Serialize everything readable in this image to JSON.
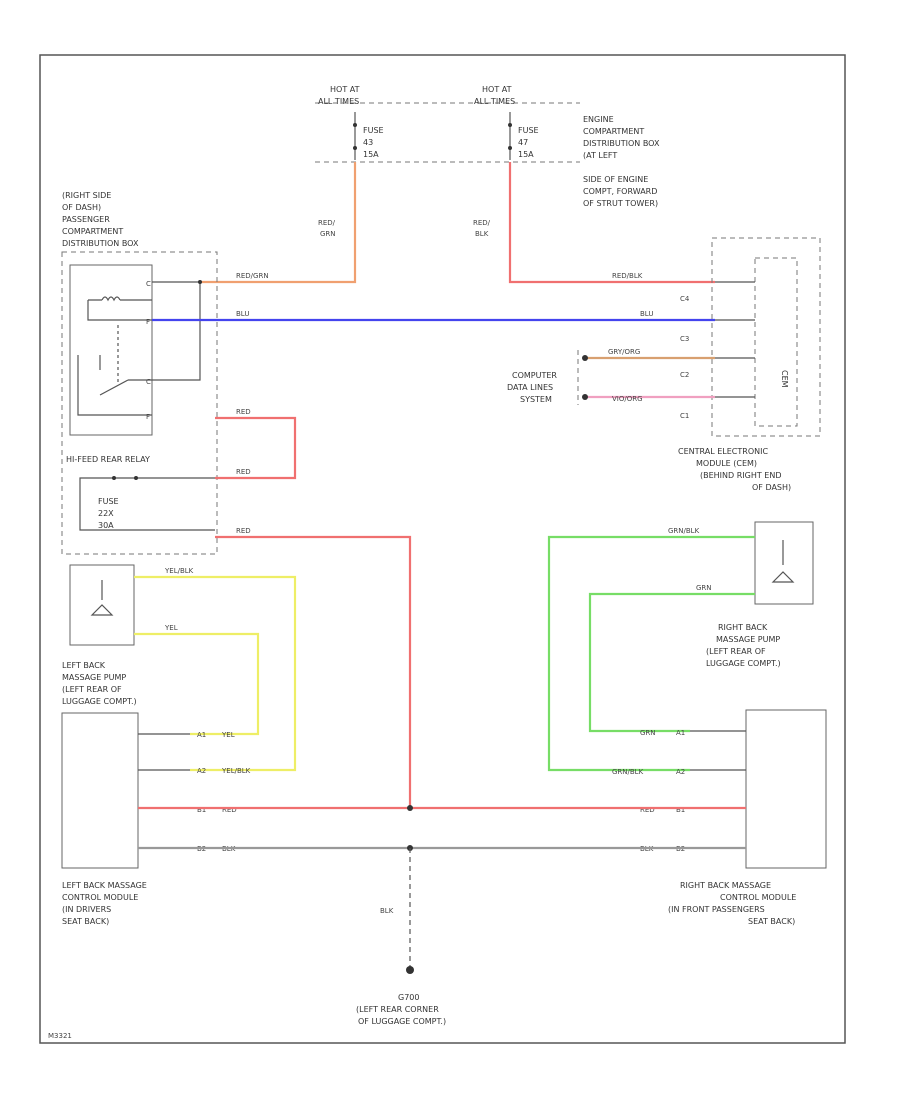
{
  "top_labels": {
    "hot_left": [
      "HOT AT",
      "ALL TIMES"
    ],
    "hot_right": [
      "HOT AT",
      "ALL TIMES"
    ],
    "fuse_left": [
      "FUSE",
      "43",
      "15A"
    ],
    "fuse_right": [
      "FUSE",
      "47",
      "15A"
    ],
    "engine_box": [
      "ENGINE",
      "COMPARTMENT",
      "DISTRIBUTION BOX",
      "(AT LEFT",
      "SIDE OF ENGINE",
      "COMPT, FORWARD",
      "OF STRUT TOWER)"
    ],
    "wire_red_grn": [
      "RED/",
      "GRN"
    ],
    "wire_red_blk": [
      "RED/",
      "BLK"
    ]
  },
  "left_box": {
    "title": [
      "(RIGHT SIDE",
      "OF DASH)",
      "PASSENGER",
      "COMPARTMENT",
      "DISTRIBUTION BOX"
    ],
    "relay": "HI-FEED REAR RELAY",
    "fuse": [
      "FUSE",
      "22X",
      "30A"
    ]
  },
  "wires": {
    "red_grn": "RED/GRN",
    "red_blk": "RED/BLK",
    "blu_left": "BLU",
    "blu_right": "BLU",
    "red1": "RED",
    "red2": "RED",
    "red3": "RED",
    "grn_org": "GRY/ORG",
    "vio_org": "VIO/ORG",
    "yel_blk": "YEL/BLK",
    "yel": "YEL",
    "grn_blk": "GRN/BLK",
    "grn": "GRN",
    "blk": "BLK"
  },
  "cem": {
    "label": "CEM",
    "pins": [
      "C4",
      "C3",
      "C2",
      "C1"
    ],
    "desc": [
      "CENTRAL ELECTRONIC",
      "MODULE (CEM)",
      "(BEHIND RIGHT END",
      "OF DASH)"
    ]
  },
  "computer_data": [
    "COMPUTER",
    "DATA LINES",
    "SYSTEM"
  ],
  "left_pump": [
    "LEFT BACK",
    "MASSAGE PUMP",
    "(LEFT REAR OF",
    "LUGGAGE COMPT.)"
  ],
  "right_pump": [
    "RIGHT BACK",
    "MASSAGE PUMP",
    "(LEFT REAR OF",
    "LUGGAGE COMPT.)"
  ],
  "left_module": [
    "LEFT BACK MASSAGE",
    "CONTROL MODULE",
    "(IN DRIVERS",
    "SEAT BACK)"
  ],
  "right_module": [
    "RIGHT BACK MASSAGE",
    "CONTROL MODULE",
    "(IN FRONT PASSENGERS",
    "SEAT BACK)"
  ],
  "left_module_pins": [
    {
      "pin": "A1",
      "wire": "YEL"
    },
    {
      "pin": "A2",
      "wire": "YEL/BLK"
    },
    {
      "pin": "B1",
      "wire": "RED"
    },
    {
      "pin": "B2",
      "wire": "BLK"
    }
  ],
  "right_module_pins": [
    {
      "pin": "A1",
      "wire": "GRN"
    },
    {
      "pin": "A2",
      "wire": "GRN/BLK"
    },
    {
      "pin": "B1",
      "wire": "RED"
    },
    {
      "pin": "B2",
      "wire": "BLK"
    }
  ],
  "ground": {
    "wire": "BLK",
    "label": [
      "G700",
      "(LEFT REAR CORNER",
      "OF LUGGAGE COMPT.)"
    ]
  },
  "footer_code": "M3321"
}
